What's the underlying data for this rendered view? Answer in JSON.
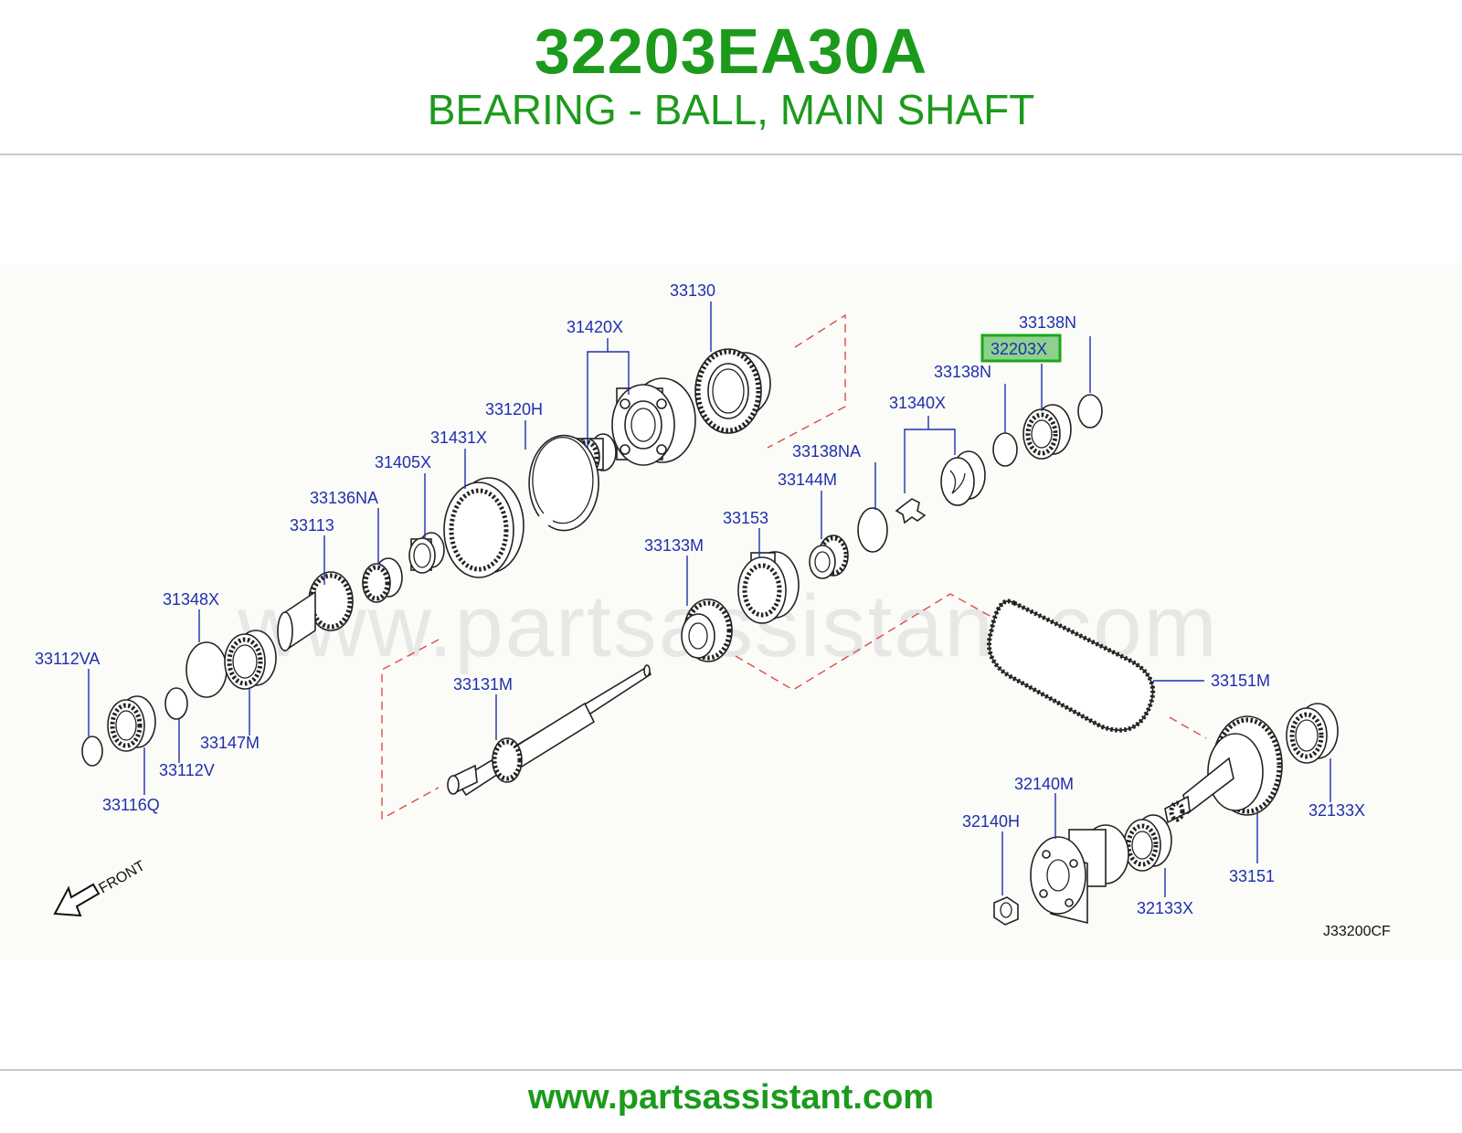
{
  "header": {
    "part_number": "32203EA30A",
    "description": "BEARING - BALL, MAIN SHAFT"
  },
  "diagram": {
    "watermark": "www.partsassistant.com",
    "reference_code": "J33200CF",
    "front_label": "FRONT",
    "highlighted_label": "32203X",
    "labels": {
      "l33130": "33130",
      "l31420X": "31420X",
      "l33138N_top": "33138N",
      "l32203X": "32203X",
      "l33138N": "33138N",
      "l33120H": "33120H",
      "l31340X": "31340X",
      "l31431X": "31431X",
      "l33138NA": "33138NA",
      "l31405X": "31405X",
      "l33144M": "33144M",
      "l33136NA": "33136NA",
      "l33153": "33153",
      "l33113": "33113",
      "l33133M": "33133M",
      "l31348X": "31348X",
      "l33112VA": "33112VA",
      "l33131M": "33131M",
      "l33151M": "33151M",
      "l33147M": "33147M",
      "l33112V": "33112V",
      "l33116Q": "33116Q",
      "l32140M": "32140M",
      "l32133X_right": "32133X",
      "l32140H": "32140H",
      "l33151": "33151",
      "l32133X": "32133X"
    }
  },
  "footer": {
    "url": "www.partsassistant.com"
  },
  "colors": {
    "brand_green": "#1c9a1c",
    "label_blue": "#1f2fae",
    "dashed_red": "#e04a4a",
    "highlight_fill": "#8ed18e"
  }
}
